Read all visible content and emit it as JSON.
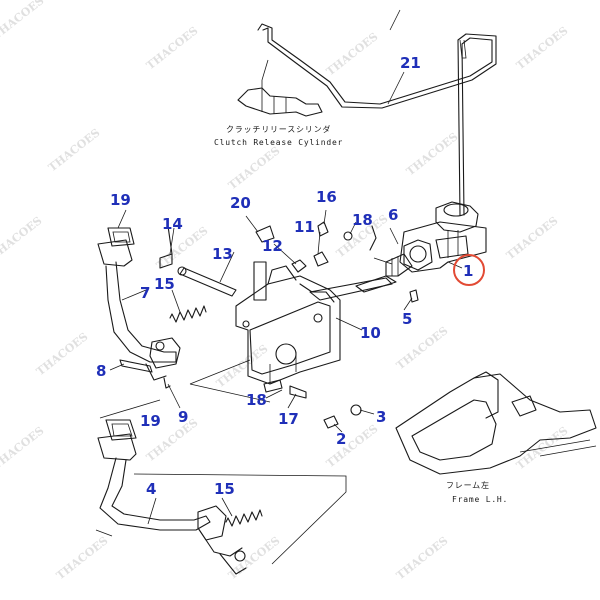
{
  "captions": {
    "clutch_jp": "クラッチリリースシリンダ",
    "clutch_en": "Clutch Release Cylinder",
    "frame_jp": "フレーム左",
    "frame_en": "Frame L.H."
  },
  "watermark": "THACOES",
  "callouts": [
    {
      "id": "c1",
      "label": "1",
      "highlighted": true
    },
    {
      "id": "c2",
      "label": "2"
    },
    {
      "id": "c3",
      "label": "3"
    },
    {
      "id": "c4",
      "label": "4"
    },
    {
      "id": "c5",
      "label": "5"
    },
    {
      "id": "c6",
      "label": "6"
    },
    {
      "id": "c7",
      "label": "7"
    },
    {
      "id": "c8",
      "label": "8"
    },
    {
      "id": "c9",
      "label": "9"
    },
    {
      "id": "c10",
      "label": "10"
    },
    {
      "id": "c11",
      "label": "11"
    },
    {
      "id": "c12",
      "label": "12"
    },
    {
      "id": "c13",
      "label": "13"
    },
    {
      "id": "c14",
      "label": "14"
    },
    {
      "id": "c15a",
      "label": "15"
    },
    {
      "id": "c15b",
      "label": "15"
    },
    {
      "id": "c16",
      "label": "16"
    },
    {
      "id": "c17",
      "label": "17"
    },
    {
      "id": "c18a",
      "label": "18"
    },
    {
      "id": "c18b",
      "label": "18"
    },
    {
      "id": "c19a",
      "label": "19"
    },
    {
      "id": "c19b",
      "label": "19"
    },
    {
      "id": "c20",
      "label": "20"
    },
    {
      "id": "c21",
      "label": "21"
    }
  ],
  "colors": {
    "callout": "#1f2fb8",
    "highlight": "#e24a34",
    "line": "#1a1a1a",
    "watermark": "#c8c8c8"
  }
}
